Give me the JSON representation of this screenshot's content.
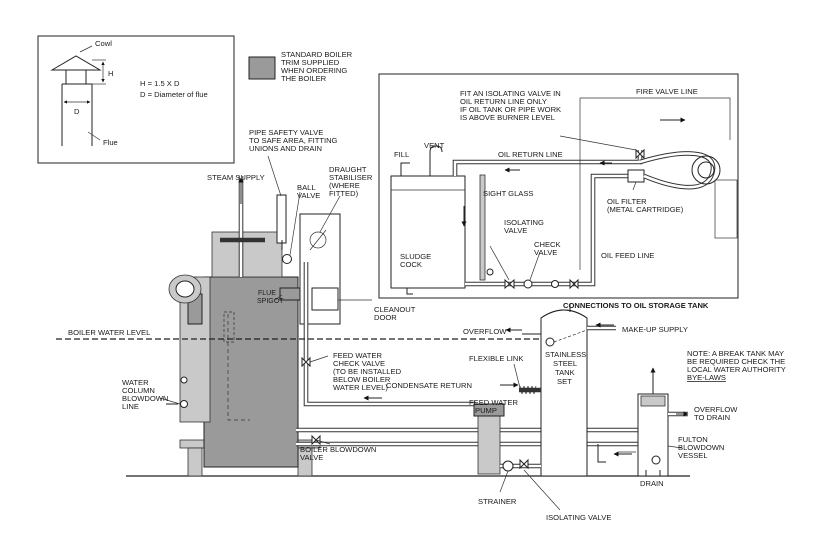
{
  "flue_inset": {
    "cowl": "Cowl",
    "h": "H",
    "d": "D",
    "flue": "Flue",
    "formula": "H = 1.5 X D",
    "definition": "D = Diameter of flue"
  },
  "legend": {
    "lines": [
      "STANDARD BOILER",
      "TRIM SUPPLIED",
      "WHEN ORDERING",
      "THE BOILER"
    ],
    "swatch_color": "#9a9a9a"
  },
  "oil_tank": {
    "caption": "CONNECTIONS TO OIL STORAGE TANK",
    "isolating_note": [
      "FIT AN ISOLATING VALVE IN",
      "OIL RETURN LINE ONLY",
      "IF OIL TANK OR PIPE WORK",
      "IS ABOVE BURNER LEVEL"
    ],
    "fire_valve_line": "FIRE VALVE LINE",
    "fill": "FILL",
    "vent": "VENT",
    "oil_return_line": "OIL RETURN LINE",
    "sight_glass": "SIGHT GLASS",
    "isolating_valve": [
      "ISOLATING",
      "VALVE"
    ],
    "check_valve": [
      "CHECK",
      "VALVE"
    ],
    "sludge_cock": [
      "SLUDGE",
      "COCK"
    ],
    "oil_feed_line": "OIL FEED LINE",
    "oil_filter": [
      "OIL FILTER",
      "(METAL CARTRIDGE)"
    ]
  },
  "labels": {
    "pipe_safety_valve": [
      "PIPE SAFETY VALVE",
      "TO SAFE AREA, FITTING",
      "UNIONS AND DRAIN"
    ],
    "draught_stabiliser": [
      "DRAUGHT",
      "STABILISER",
      "(WHERE",
      "FITTED)"
    ],
    "steam_supply": "STEAM SUPPLY",
    "ball_valve": [
      "BALL",
      "VALVE"
    ],
    "flue_spigot": [
      "FLUE",
      "SPIGOT"
    ],
    "cleanout_door": [
      "CLEANOUT",
      "DOOR"
    ],
    "boiler_water_level": "BOILER WATER LEVEL",
    "overflow": "OVERFLOW",
    "make_up_supply": "MAKE-UP SUPPLY",
    "feed_water_check_valve": [
      "FEED WATER",
      "CHECK VALVE",
      "(TO BE INSTALLED",
      "BELOW  BOILER",
      "WATER LEVEL)"
    ],
    "flexible_link": "FLEXIBLE LINK",
    "stainless_tank": [
      "STAINLESS",
      "STEEL",
      "TANK",
      "SET"
    ],
    "condensate_return": "CONDENSATE RETURN",
    "water_column_blowdown": [
      "WATER",
      "COLUMN",
      "BLOWDOWN",
      "LINE"
    ],
    "feed_water_pump": [
      "FEED WATER",
      "PUMP"
    ],
    "break_tank_note": [
      "NOTE: A BREAK TANK MAY",
      "BE REQUIRED CHECK THE",
      "LOCAL WATER AUTHORITY",
      "BYE-LAWS"
    ],
    "overflow_to_drain": [
      "OVERFLOW",
      "TO DRAIN"
    ],
    "fulton_blowdown_vessel": [
      "FULTON",
      "BLOWDOWN",
      "VESSEL"
    ],
    "boiler_blowdown_valve": [
      "BOILER BLOWDOWN",
      "VALVE"
    ],
    "drain": "DRAIN",
    "strainer": "STRAINER",
    "isolating_valve_bottom": "ISOLATING VALVE"
  }
}
